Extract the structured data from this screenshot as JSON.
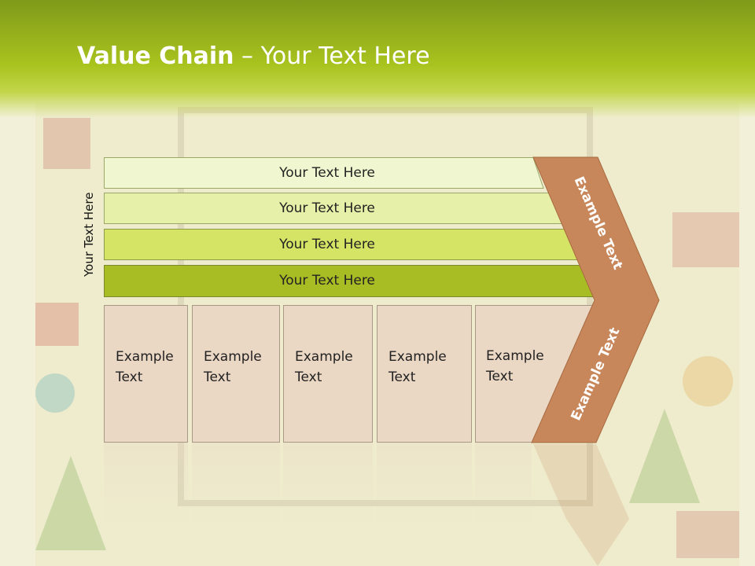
{
  "title": {
    "bold": "Value Chain",
    "rest": " – Your Text Here"
  },
  "side_label": "Your Text Here",
  "bars": [
    {
      "label": "Your Text Here",
      "color": "#f0f6cf"
    },
    {
      "label": "Your Text Here",
      "color": "#e7f0a8"
    },
    {
      "label": "Your Text Here",
      "color": "#d6e466"
    },
    {
      "label": "Your Text Here",
      "color": "#a8bc24"
    }
  ],
  "boxes": [
    {
      "label": "Example Text"
    },
    {
      "label": "Example Text"
    },
    {
      "label": "Example Text"
    },
    {
      "label": "Example Text"
    },
    {
      "label": "Example Text"
    }
  ],
  "chevron": {
    "top_label": "Example Text",
    "bottom_label": "Example Text",
    "color": "#c8875a"
  }
}
